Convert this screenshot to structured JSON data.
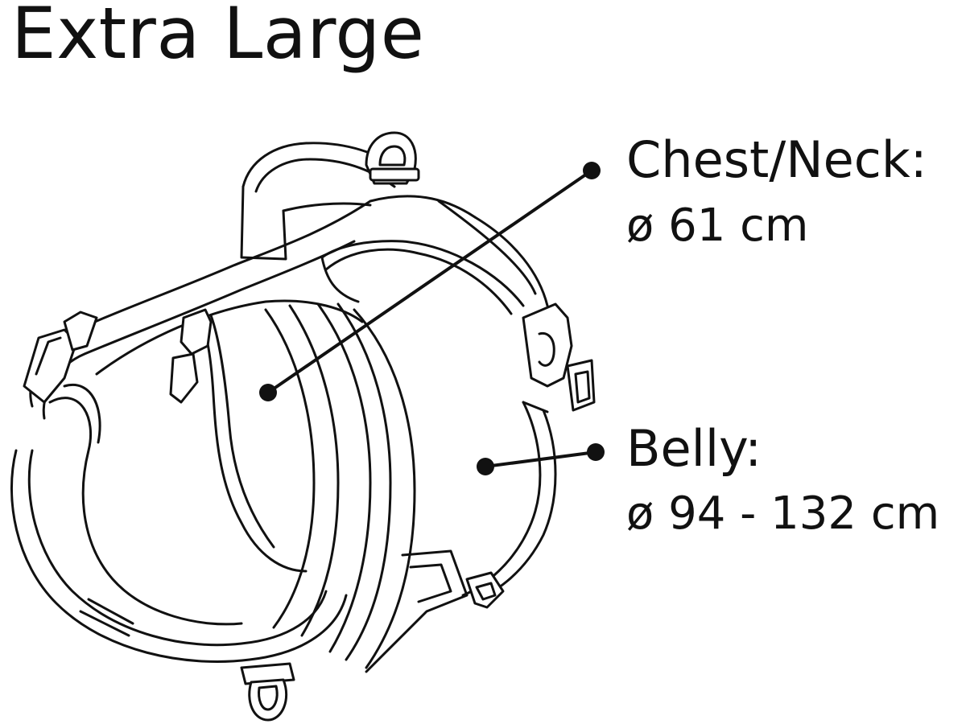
{
  "title": "Extra Large",
  "measurements": {
    "chest_neck": {
      "label": "Chest/Neck:",
      "value": "ø 61 cm"
    },
    "belly": {
      "label": "Belly:",
      "value": "ø 94 - 132 cm"
    }
  },
  "colors": {
    "ink": "#111111",
    "background": "#ffffff"
  }
}
